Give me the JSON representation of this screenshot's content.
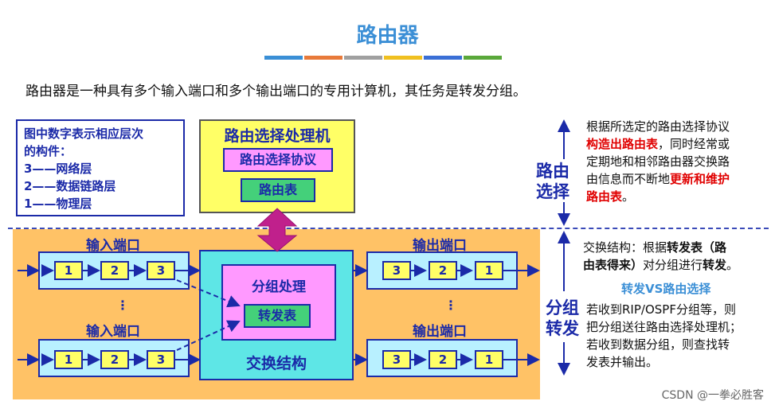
{
  "title": "路由器",
  "color_bars": [
    "#3a8fd6",
    "#e87a3a",
    "#a0a0a0",
    "#f0c020",
    "#3a6fd6",
    "#5aa83a"
  ],
  "intro": "路由器是一种具有多个输入端口和多个输出端口的专用计算机，其任务是转发分组。",
  "legend": {
    "line1": "图中数字表示相应层次",
    "line2": "的构件：",
    "item3": "3——网络层",
    "item2": "2——数据链路层",
    "item1": "1——物理层"
  },
  "processor": {
    "title": "路由选择处理机",
    "protocol": "路由选择协议",
    "routing_table": "路由表"
  },
  "input_ports": {
    "label": "输入端口",
    "boxes": [
      "1",
      "2",
      "3"
    ],
    "ellipsis": "⋮"
  },
  "output_ports": {
    "label": "输出端口",
    "boxes": [
      "3",
      "2",
      "1"
    ],
    "ellipsis": "⋮"
  },
  "switch_fabric": {
    "title": "交换结构",
    "packet_processing": "分组处理",
    "forwarding_table": "转发表"
  },
  "routing_section": {
    "label_line1": "路由",
    "label_line2": "选择",
    "text1": "根据所选定的路由选择协议",
    "text2_red": "构造出路由表",
    "text2_rest": "，同时经常或",
    "text3": "定期地和相邻路由器交换路",
    "text4_a": "由信息而不断地",
    "text4_red": "更新和维护",
    "text5_red": "路由表",
    "text5_rest": "。"
  },
  "forwarding_section": {
    "label_line1": "分组",
    "label_line2": "转发",
    "fabric_text1_a": "交换结构：根据",
    "fabric_text1_b": "转发表（路",
    "fabric_text2_b": "由表得来）",
    "fabric_text2_c": "对分组进行",
    "fabric_text2_d": "转发",
    "fabric_text2_e": "。",
    "vs": "转发VS路由选择",
    "text1": "若收到RIP/OSPF分组等，则",
    "text2": "把分组送往路由选择处理机；",
    "text3": "若收到数据分组，则查找转",
    "text4": "发表并输出。"
  },
  "footer": "CSDN @一拳必胜客"
}
